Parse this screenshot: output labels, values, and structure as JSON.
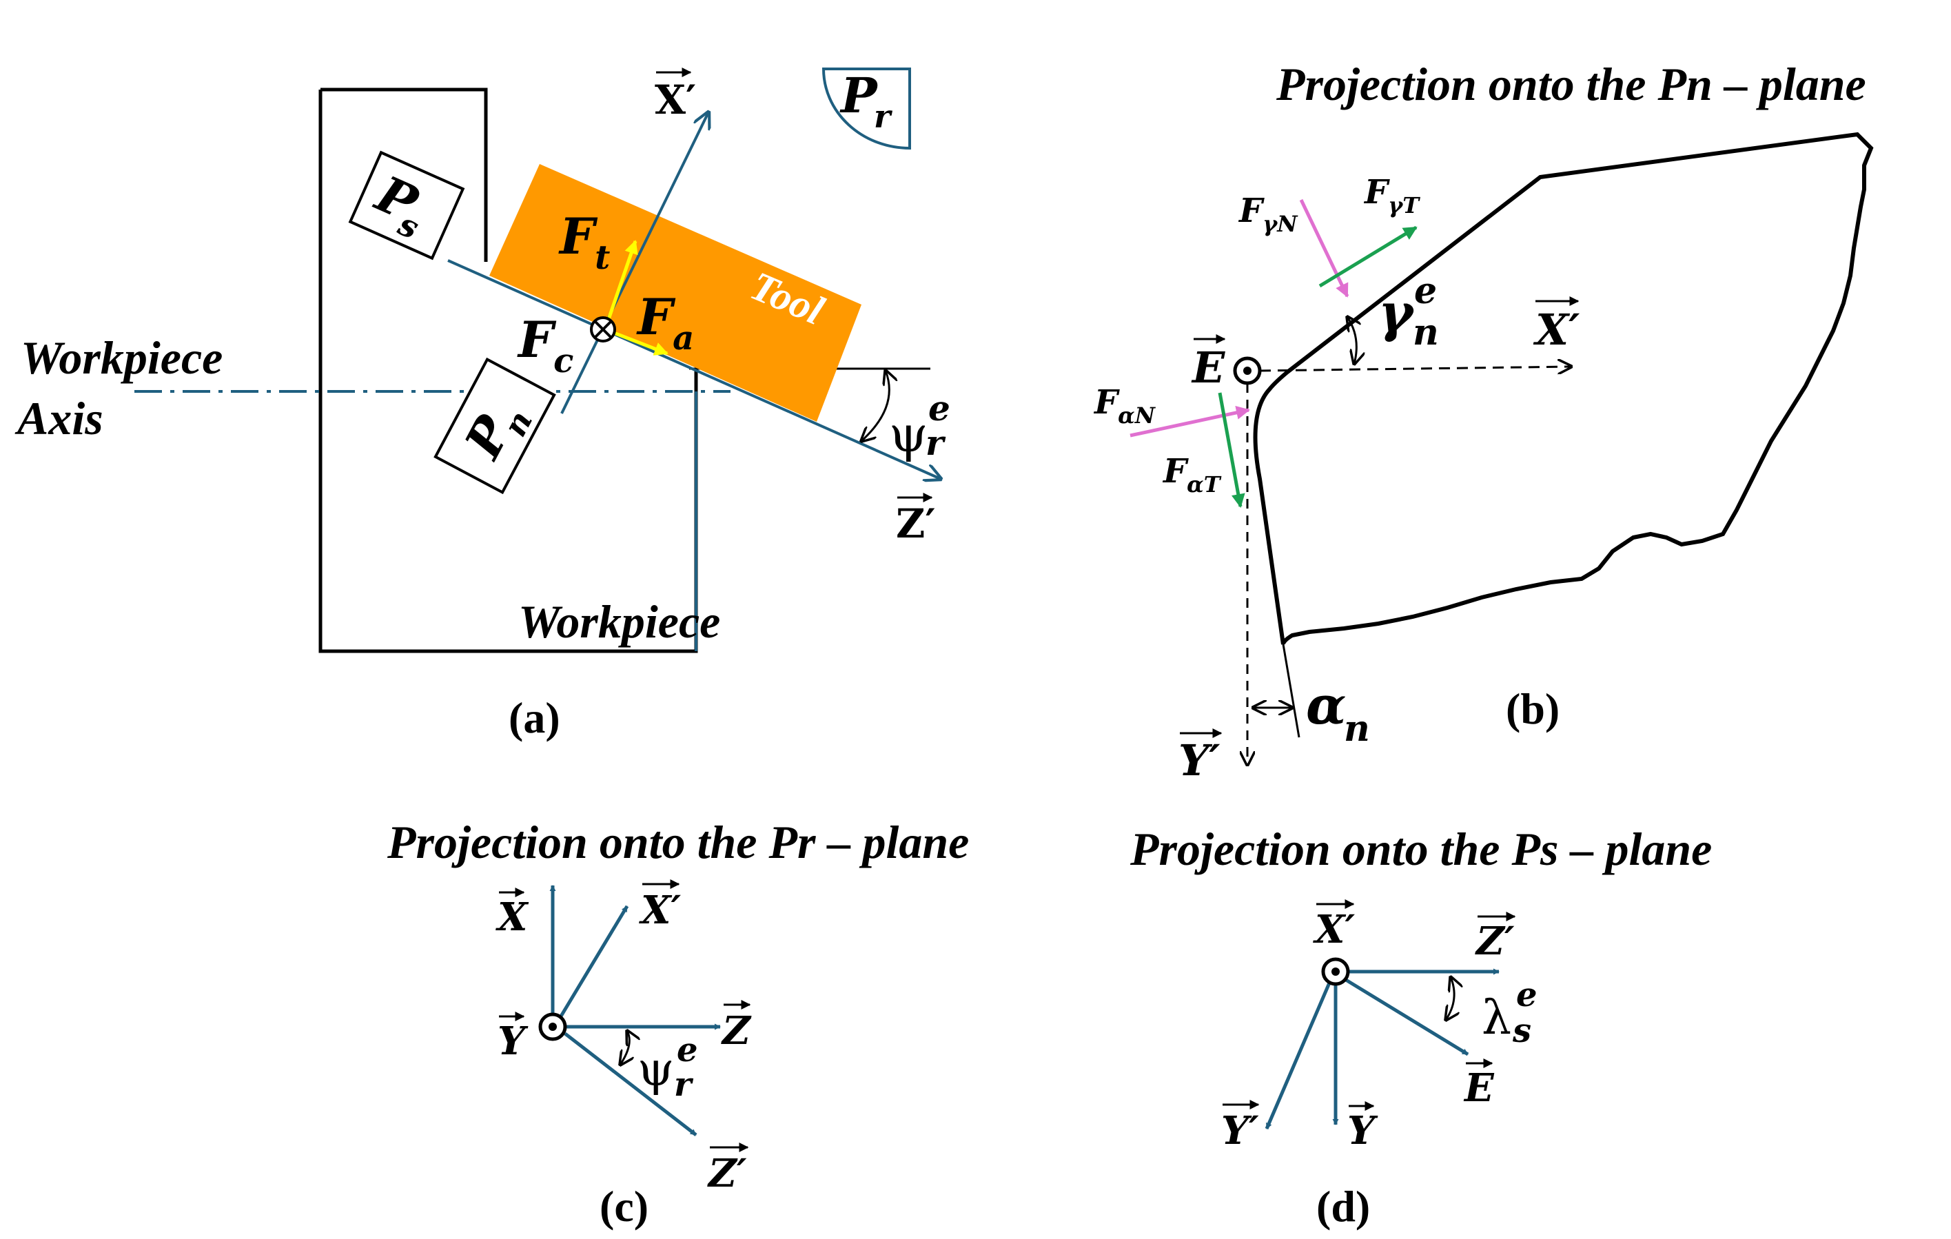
{
  "colors": {
    "axis": "#1f5f80",
    "tool": "#ff9900",
    "force_yellow": "#ffff00",
    "force_magenta": "#e070d0",
    "force_green": "#1aa050",
    "line": "#000000"
  },
  "panel_a": {
    "caption": "(a)",
    "workpiece_axis_line1": "Workpiece",
    "workpiece_axis_line2": "Axis",
    "workpiece": "Workpiece",
    "tool": "Tool",
    "ps_main": "P",
    "ps_sub": "s",
    "pn_main": "P",
    "pn_sub": "n",
    "pr_main": "P",
    "pr_sub": "r",
    "ft_main": "F",
    "ft_sub": "t",
    "fa_main": "F",
    "fa_sub": "a",
    "fc_main": "F",
    "fc_sub": "c",
    "xp": "X′",
    "zp": "Z′",
    "psi_main": "ψ",
    "psi_sub": "r",
    "psi_sup": "e"
  },
  "panel_b": {
    "title": "Projection onto the Pn – plane",
    "caption": "(b)",
    "e": "E",
    "xp": "X′",
    "yp": "Y′",
    "gamma_main": "γ",
    "gamma_sub": "n",
    "gamma_sup": "e",
    "alpha_main": "α",
    "alpha_sub": "n",
    "fgn_main": "F",
    "fgn_sub": "γN",
    "fgt_main": "F",
    "fgt_sub": "γT",
    "fan_main": "F",
    "fan_sub": "αN",
    "fat_main": "F",
    "fat_sub": "αT"
  },
  "panel_c": {
    "title": "Projection onto the Pr – plane",
    "caption": "(c)",
    "x": "X",
    "xp": "X′",
    "y": "Y",
    "z": "Z",
    "zp": "Z′",
    "psi_main": "ψ",
    "psi_sub": "r",
    "psi_sup": "e"
  },
  "panel_d": {
    "title": "Projection onto the Ps – plane",
    "caption": "(d)",
    "xp": "X′",
    "zp": "Z′",
    "yp": "Y′",
    "y": "Y",
    "e": "E",
    "lambda_main": "λ",
    "lambda_sub": "s",
    "lambda_sup": "e"
  }
}
